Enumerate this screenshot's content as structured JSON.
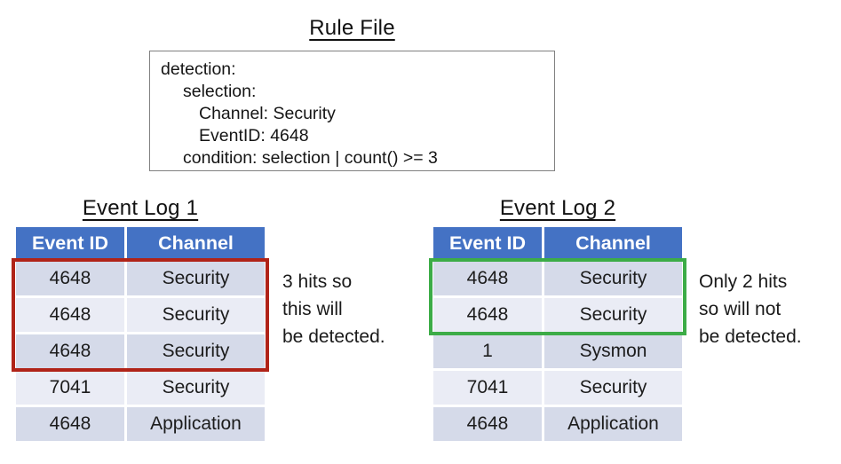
{
  "rule_file": {
    "title": "Rule File",
    "lines": [
      {
        "indent": 0,
        "text": "detection:"
      },
      {
        "indent": 1,
        "text": "selection:"
      },
      {
        "indent": 2,
        "text": "Channel: Security"
      },
      {
        "indent": 2,
        "text": "EventID: 4648"
      },
      {
        "indent": 1,
        "text": "condition: selection | count() >= 3"
      }
    ]
  },
  "tables": [
    {
      "title": "Event Log 1",
      "columns": [
        "Event ID",
        "Channel"
      ],
      "rows": [
        [
          "4648",
          "Security"
        ],
        [
          "4648",
          "Security"
        ],
        [
          "4648",
          "Security"
        ],
        [
          "7041",
          "Security"
        ],
        [
          "4648",
          "Application"
        ]
      ],
      "highlight": {
        "rows_covered": 3,
        "color": "#b02318"
      },
      "annotation": [
        "3 hits so",
        "this will",
        "be detected."
      ]
    },
    {
      "title": "Event Log 2",
      "columns": [
        "Event ID",
        "Channel"
      ],
      "rows": [
        [
          "4648",
          "Security"
        ],
        [
          "4648",
          "Security"
        ],
        [
          "1",
          "Sysmon"
        ],
        [
          "7041",
          "Security"
        ],
        [
          "4648",
          "Application"
        ]
      ],
      "highlight": {
        "rows_covered": 2,
        "color": "#3cac47"
      },
      "annotation": [
        "Only 2 hits",
        "so will not",
        "be detected."
      ]
    }
  ],
  "colors": {
    "header_bg": "#4472c4",
    "band_dark": "#d5dae9",
    "band_light": "#eaecf5",
    "highlight_red": "#b02318",
    "highlight_green": "#3cac47",
    "border_gray": "#808080"
  }
}
